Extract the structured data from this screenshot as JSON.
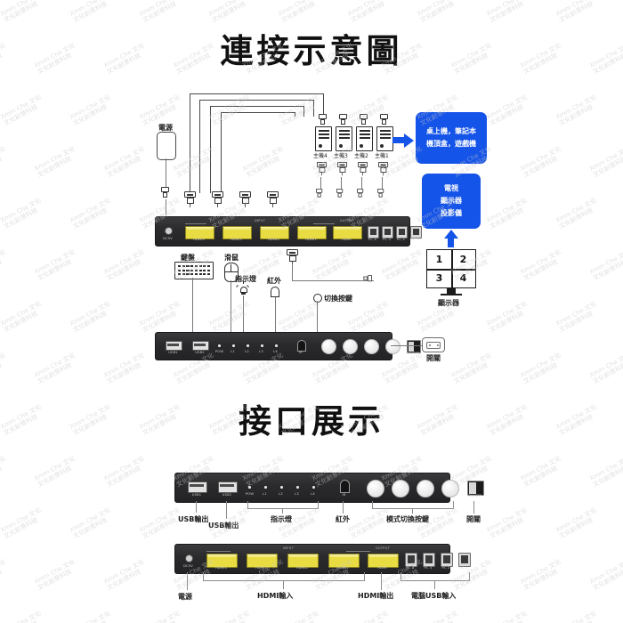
{
  "headings": {
    "connection_diagram": "連接示意圖",
    "interface_display": "接口展示"
  },
  "top_diagram": {
    "power_adapter_label": "電源",
    "hosts": [
      "主機4",
      "主機3",
      "主機2",
      "主機1"
    ],
    "callout_sources": {
      "line1": "桌上機，筆記本",
      "line2": "機頂盒，遊戲機"
    },
    "callout_displays": {
      "line1": "電視",
      "line2": "顯示器",
      "line3": "投影儀"
    },
    "monitor": {
      "quadrants": [
        "1",
        "2",
        "3",
        "4"
      ],
      "label": "顯示器"
    },
    "peripherals": {
      "keyboard": "鍵盤",
      "mouse": "滑鼠",
      "indicator": "指示燈",
      "infrared": "紅外",
      "switch_button": "切換按鍵",
      "power_switch": "開關"
    },
    "rear_panel": {
      "dc_label": "DC5V",
      "input_section": "INPUT",
      "hdmi_ports": [
        "HDMI4",
        "HDMI3",
        "HDMI2",
        "HDMI1"
      ],
      "output_section": "OUTPUT",
      "output_port": "HDMI",
      "pc_ports": [
        "PC 4",
        "PC 3",
        "PC 2",
        "PC 1"
      ]
    },
    "front_panel": {
      "usb_ports": [
        "USB1",
        "USB2"
      ],
      "leds": [
        "POW",
        "L1",
        "L2",
        "L3",
        "L4"
      ],
      "ir_label": "IR",
      "power_label": "ON/OFF"
    }
  },
  "interface_section": {
    "front_panel": {
      "usb_ports": [
        "USB1",
        "USB2"
      ],
      "leds": [
        "POW",
        "L1",
        "L2",
        "L3",
        "L4"
      ],
      "ir_label": "IR",
      "power_label": "ON/OFF"
    },
    "front_callouts": {
      "usb_out_1": "USB輸出",
      "usb_out_2": "USB輸出",
      "indicator": "指示燈",
      "infrared": "紅外",
      "mode_switch": "模式切換按鍵",
      "power_switch": "開關"
    },
    "rear_panel": {
      "dc_label": "DC5V",
      "input_section": "INPUT",
      "hdmi_ports": [
        "HDMI4",
        "HDMI3",
        "HDMI2",
        "HDMI1"
      ],
      "output_section": "OUTPUT",
      "output_port": "HDMI",
      "pc_ports": [
        "PC 4",
        "PC 3",
        "PC 2",
        "PC 1"
      ]
    },
    "rear_callouts": {
      "power": "電源",
      "hdmi_in": "HDMI輸入",
      "hdmi_out": "HDMI輸出",
      "usb_in": "電腦USB輸入"
    }
  },
  "watermark": {
    "line1": "Xmm Che 文化",
    "line2": "文化創意科技"
  },
  "colors": {
    "accent_blue": "#1554e8",
    "hdmi_yellow": "#e8dc42",
    "chassis_dark": "#2b2b2d",
    "background": "#ffffff"
  }
}
